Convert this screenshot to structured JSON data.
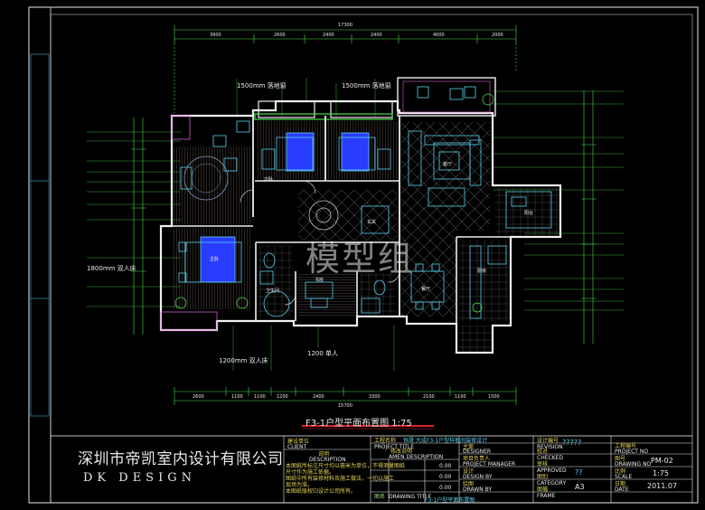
{
  "company": {
    "name_cn": "深圳市帝凯室内设计有限公司",
    "name_en": "DK    DESIGN"
  },
  "plan_title": "F3-1户型平面布置图   1:75",
  "watermark": "模型组",
  "dimensions": {
    "top_total": "17300",
    "top_segments": [
      "3900",
      "2600",
      "2400",
      "2400",
      "4000",
      "2000"
    ],
    "bottom_total": "15700",
    "bottom_segments": [
      "2600",
      "1100",
      "1100",
      "1200",
      "2400",
      "3300",
      "2100",
      "1100",
      "1500"
    ]
  },
  "annotations": {
    "curtain_1": "1500mm 落地窗",
    "curtain_2": "1500mm 落地窗",
    "bed_width": "1800mm 双人床",
    "bed_width_2": "1200 单人",
    "bed_width_3": "1200mm 双人床"
  },
  "rooms": [
    "主卧",
    "次卧",
    "客厅",
    "餐厅",
    "厨房",
    "卫生间",
    "书房",
    "阳台",
    "玄关"
  ],
  "title_block": {
    "client_label": "建设单位",
    "client_label_en": "CLIENT",
    "project_label": "工程名称",
    "project_label_en": "PROJECT TITLE",
    "project_name": "恒晟  大成F3-1户型样板间装修设计",
    "drawing_label": "图名",
    "drawing_label_en": "DRAWING TITLE",
    "drawing_name": "F3-1户型平面布置图",
    "desc_label": "说明",
    "desc_label_en": "DESCRIPTION",
    "desc_lines": [
      "本图纸所标注尺寸均以毫米为单位，不得测量图纸",
      "尺寸作为施工依据。",
      "图纸中所有装修材料及施工做法，一切以施工",
      "现场为准。",
      "本图纸版权归设计公司所有。"
    ],
    "revision_label": "修改说明",
    "revision_label_en": "AMEN DESCRIPTION",
    "revision_rows": [
      "0.00",
      "0.00",
      "0.00"
    ],
    "designer_label": "主案",
    "designer_label_en": "DESIGNER",
    "pm_label": "项目负责人",
    "pm_label_en": "PROJECT MANAGER",
    "design_by_label": "设计",
    "design_by_label_en": "DESIGN BY",
    "drawn_by_label": "绘图",
    "drawn_by_label_en": "DRAWN BY",
    "checked_label": "校对",
    "checked_label_en": "CHECKED",
    "approved_label": "审核",
    "approved_label_en": "APPROVED",
    "category_label": "图别",
    "category_label_en": "CATEGORY",
    "category_value": "??",
    "frame_label": "图幅",
    "frame_label_en": "FRAME",
    "frame_value": "A3",
    "design_code_label": "设计编号",
    "design_code_label_en": "REVISION",
    "design_code_value": "?????",
    "project_no_label": "工程编号",
    "project_no_label_en": "PROJECT NO",
    "drawing_no_label": "图号",
    "drawing_no_label_en": "DRAWING NO",
    "drawing_no_value": "PM-02",
    "scale_label": "比例",
    "scale_label_en": "SCALE",
    "scale_value": "1:75",
    "date_label": "日期",
    "date_label_en": "DATE",
    "date_value": "2011.07"
  },
  "colors": {
    "background": "#000000",
    "frame": "#e8e8e8",
    "dimension": "#4cdc4c",
    "furniture": "#5ad0ee",
    "annotation_text": "#e6d35a",
    "bed": "#2a3cff",
    "title_underline": "#e02020"
  }
}
